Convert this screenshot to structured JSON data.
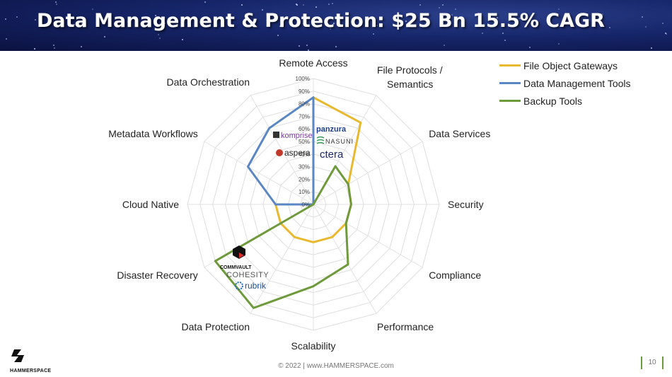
{
  "slide": {
    "title": "Data Management & Protection: $25 Bn 15.5% CAGR",
    "footer": "© 2022  |  www.HAMMERSPACE.com",
    "page_number": "10",
    "logo_text": "HAMMERSPACE"
  },
  "colors": {
    "file_object_gateways": "#e8b92f",
    "data_management_tools": "#5b86c4",
    "backup_tools": "#6e9a3c"
  },
  "vendor_logos": {
    "panzura": "panzura",
    "nasuni": "NASUNI",
    "ctera": "ctera",
    "komprise": "komprise",
    "aspera": "aspera",
    "commvault": "COMMVAULT",
    "cohesity": "COHESITY",
    "rubrik": "rubrik"
  },
  "chart_data": {
    "type": "radar",
    "categories": [
      "Remote Access",
      "File Protocols / Semantics",
      "Data Services",
      "Security",
      "Compliance",
      "Performance",
      "Scalability",
      "Data Protection",
      "Disaster Recovery",
      "Cloud Native",
      "Metadata Workflows",
      "Data Orchestration"
    ],
    "ticks": [
      "0%",
      "10%",
      "20%",
      "30%",
      "40%",
      "50%",
      "60%",
      "70%",
      "80%",
      "90%",
      "100%"
    ],
    "range": [
      0,
      100
    ],
    "legend_position": "top-right",
    "series": [
      {
        "name": "File Object Gateways",
        "values": [
          85,
          75,
          32,
          30,
          30,
          30,
          30,
          30,
          30,
          30,
          0,
          0
        ]
      },
      {
        "name": "Data Management Tools",
        "values": [
          85,
          0,
          0,
          0,
          0,
          0,
          0,
          0,
          0,
          30,
          60,
          70
        ]
      },
      {
        "name": "Backup Tools",
        "values": [
          0,
          35,
          32,
          30,
          30,
          55,
          65,
          95,
          90,
          0,
          0,
          0
        ]
      }
    ]
  }
}
